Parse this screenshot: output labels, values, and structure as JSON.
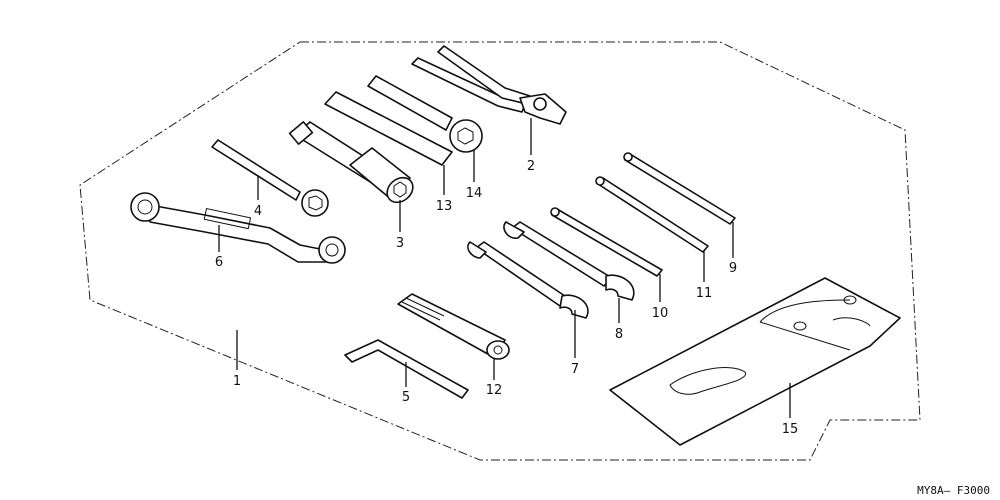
{
  "diagram": {
    "part_labels": [
      "1",
      "2",
      "3",
      "4",
      "5",
      "6",
      "7",
      "8",
      "9",
      "10",
      "11",
      "12",
      "13",
      "14",
      "15"
    ],
    "drawing_code": "MY8A— F3000"
  }
}
